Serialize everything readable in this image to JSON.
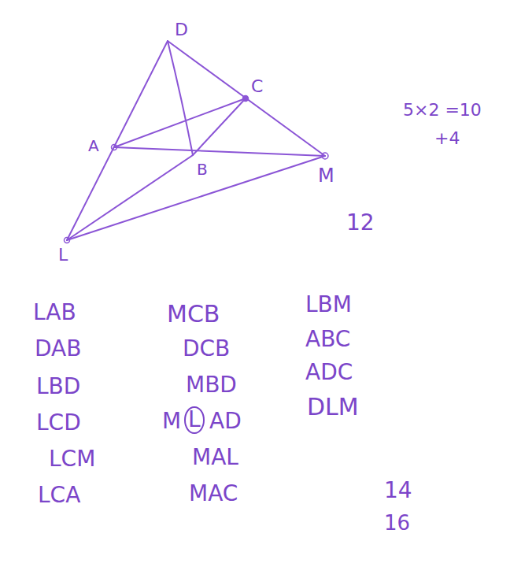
{
  "diagram": {
    "labels": [
      "D",
      "C",
      "A",
      "B",
      "M",
      "L",
      "5×2 =10",
      "+4",
      "12",
      "LAB",
      "DAB",
      "LBD",
      "LCD",
      "LCM",
      "LCA",
      "MCB",
      "DCB",
      "MBD",
      "M",
      "L",
      "AD",
      "MAL",
      "MAC",
      "LBM",
      "ABC",
      "ADC",
      "DLM",
      "14",
      "16"
    ]
  }
}
